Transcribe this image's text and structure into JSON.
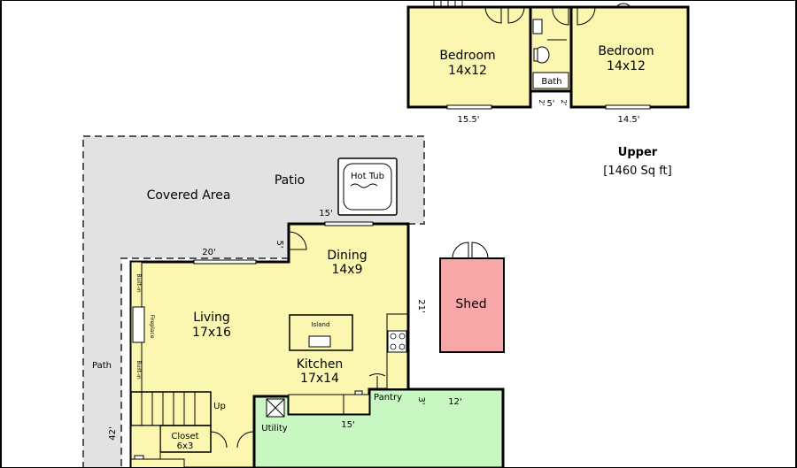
{
  "upper": {
    "bedroom_left": {
      "name": "Bedroom",
      "size": "14x12"
    },
    "bedroom_right": {
      "name": "Bedroom",
      "size": "14x12"
    },
    "bath": "Bath",
    "dim_left": "15.5'",
    "dim_right": "14.5'",
    "dim_mid": "5'",
    "dim_small_a": "2'",
    "dim_small_b": "2'",
    "title": "Upper",
    "area": "[1460 Sq ft]"
  },
  "patio": {
    "covered_area": "Covered Area",
    "patio": "Patio",
    "hot_tub": "Hot Tub",
    "dim_15": "15'",
    "dim_20": "20'",
    "dim_5": "5'"
  },
  "main": {
    "dining": {
      "name": "Dining",
      "size": "14x9"
    },
    "living": {
      "name": "Living",
      "size": "17x16"
    },
    "kitchen": {
      "name": "Kitchen",
      "size": "17x14"
    },
    "island": "Island",
    "fireplace": "Fireplace",
    "built_in_top": "Built-in",
    "built_in_bottom": "Built-in",
    "pantry": "Pantry",
    "utility": "Utility",
    "closet": {
      "name": "Closet",
      "size": "6x3"
    },
    "up": "Up",
    "path": "Path",
    "dim_21": "21'",
    "dim_3": "3'",
    "dim_12": "12'",
    "dim_15b": "15'",
    "dim_42": "42'"
  },
  "shed": "Shed",
  "colors": {
    "room_fill": "#fbf7b0",
    "patio_fill": "#e2e2e2",
    "shed_fill": "#f7a7a7",
    "garage_fill": "#c8f7c1",
    "wall": "#000000"
  }
}
